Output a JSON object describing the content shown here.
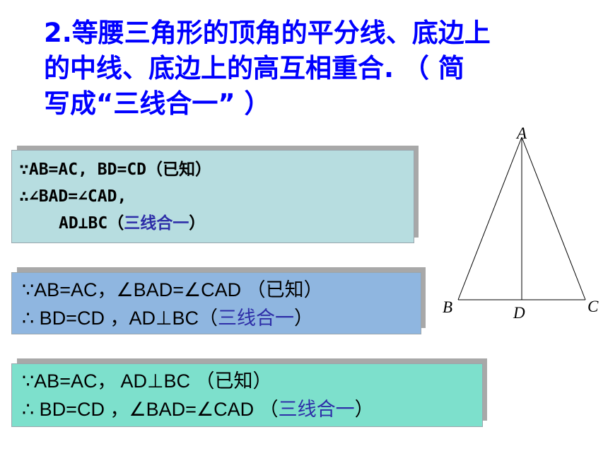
{
  "heading": {
    "line1": "2.等腰三角形的顶角的平分线、底边上",
    "line2": "的中线、底边上的高互相重合. （ 简",
    "line3": "写成“三线合一” ）"
  },
  "box1": {
    "line1": "∵AB=AC, BD=CD（已知）",
    "line2": "∴∠BAD=∠CAD,",
    "line3_prefix": "AD⊥BC（",
    "line3_reason": "三线合一",
    "line3_suffix": "）"
  },
  "box2": {
    "line1": "∵AB=AC，∠BAD=∠CAD （已知）",
    "line2_prefix": "∴ BD=CD ，AD⊥BC（",
    "line2_reason": "三线合一",
    "line2_suffix": "）"
  },
  "box3": {
    "line1": "∵AB=AC， AD⊥BC （已知）",
    "line2_prefix": "∴ BD=CD ，∠BAD=∠CAD （",
    "line2_reason": "三线合一",
    "line2_suffix": "）"
  },
  "diagram": {
    "labels": {
      "A": "A",
      "B": "B",
      "C": "C",
      "D": "D"
    }
  },
  "colors": {
    "heading": "#0000ff",
    "box1_bg": "#b7dde0",
    "box2_bg": "#8fb6e0",
    "box3_bg": "#7de0cc",
    "reason_text": "#2e2ea8"
  }
}
